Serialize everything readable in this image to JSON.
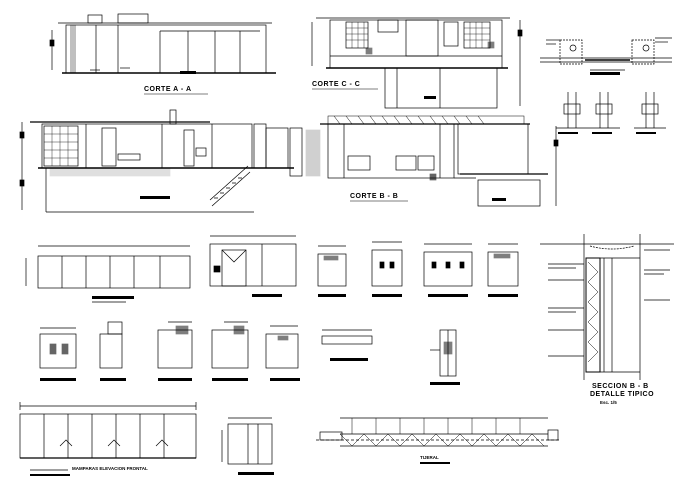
{
  "labels": {
    "corte_a": "CORTE A - A",
    "corte_c": "CORTE C - C",
    "corte_b": "CORTE B - B",
    "seccion_1": "SECCION B - B",
    "seccion_2": "DETALLE TIPICO",
    "seccion_scale": "Esc. 1/5",
    "mampara": "MAMPARAS ELEVACION FRONTAL",
    "tijeral": "TIJERAL"
  }
}
